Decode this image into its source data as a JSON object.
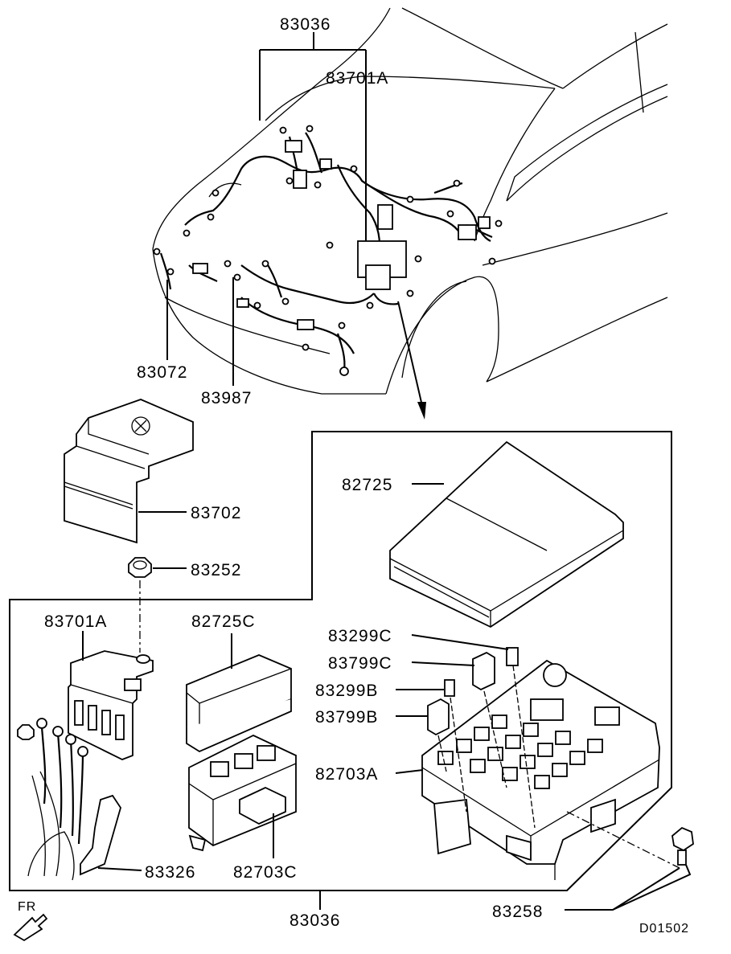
{
  "labels": {
    "top_harness": "83036",
    "bottom_harness": "83036",
    "connector_top": "83701A",
    "connector_bottom": "83701A",
    "bumper_harness": "83072",
    "front_harness": "83987",
    "relay_box_cover": "82725",
    "cover_small": "83702",
    "nut": "83252",
    "fuse_box_cover": "82725C",
    "fuse_c": "83299C",
    "relay_c": "83799C",
    "fuse_b": "83299B",
    "relay_b": "83799B",
    "relay_box": "82703A",
    "fuse_box": "82703C",
    "terminal": "83326",
    "bolt": "83258",
    "diagram_code": "D01502",
    "direction": "FR"
  }
}
